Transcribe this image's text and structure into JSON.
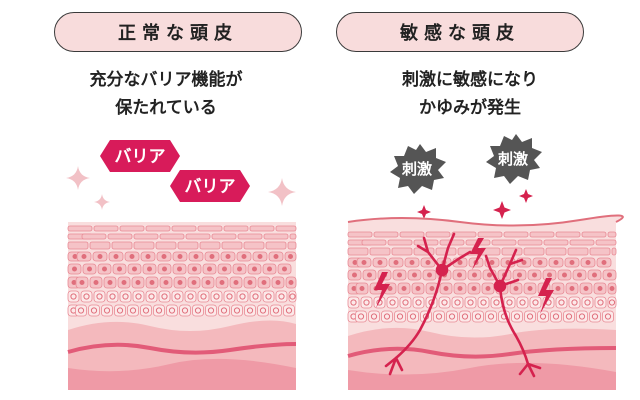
{
  "normal": {
    "title": "正常な頭皮",
    "caption_line1": "充分なバリア機能が",
    "caption_line2": "保たれている",
    "barrier_label_1": "バリア",
    "barrier_label_2": "バリア"
  },
  "sensitive": {
    "title": "敏感な頭皮",
    "caption_line1": "刺激に敏感になり",
    "caption_line2": "かゆみが発生",
    "stimulus_label_1": "刺激",
    "stimulus_label_2": "刺激"
  },
  "colors": {
    "title_bg": "#f8dcdc",
    "barrier": "#d81b5a",
    "skin_light": "#f9dede",
    "skin_mid": "#f4b9bd",
    "skin_dark": "#e88a95",
    "cell_line": "#e06f7c",
    "irritant": "#d5224e",
    "stimulus_bubble": "#555555"
  }
}
